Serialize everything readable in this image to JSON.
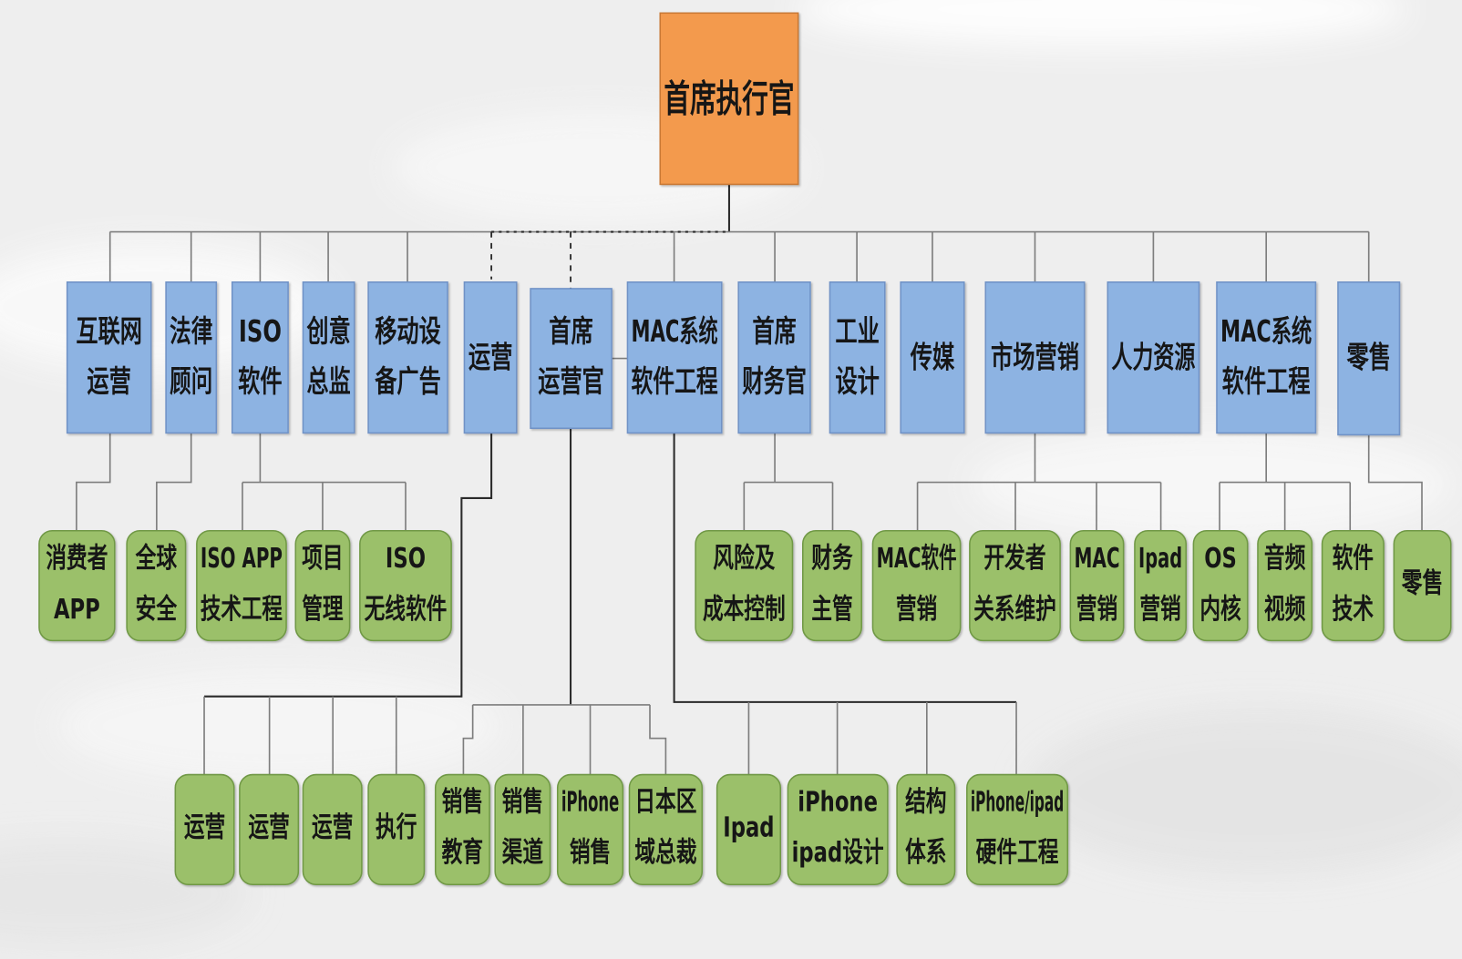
{
  "colors": {
    "executive": "#F39A4D",
    "department": "#8DB3E2",
    "team": "#9BC06A"
  },
  "ceo": {
    "lines": [
      "首席执行官"
    ]
  },
  "departments": [
    {
      "lines": [
        "互联网",
        "运营"
      ]
    },
    {
      "lines": [
        "法律",
        "顾问"
      ]
    },
    {
      "lines": [
        "ISO",
        "软件"
      ]
    },
    {
      "lines": [
        "创意",
        "总监"
      ]
    },
    {
      "lines": [
        "移动设",
        "备广告"
      ]
    },
    {
      "lines": [
        "运营"
      ]
    },
    {
      "lines": [
        "首席",
        "运营官"
      ]
    },
    {
      "lines": [
        "MAC系统",
        "软件工程"
      ]
    },
    {
      "lines": [
        "首席",
        "财务官"
      ]
    },
    {
      "lines": [
        "工业",
        "设计"
      ]
    },
    {
      "lines": [
        "传媒"
      ]
    },
    {
      "lines": [
        "市场营销"
      ]
    },
    {
      "lines": [
        "人力资源"
      ]
    },
    {
      "lines": [
        "MAC系统",
        "软件工程"
      ]
    },
    {
      "lines": [
        "零售"
      ]
    }
  ],
  "teams": [
    {
      "lines": [
        "消费者",
        "APP"
      ]
    },
    {
      "lines": [
        "全球",
        "安全"
      ]
    },
    {
      "lines": [
        "ISO APP",
        "技术工程"
      ]
    },
    {
      "lines": [
        "项目",
        "管理"
      ]
    },
    {
      "lines": [
        "ISO",
        "无线软件"
      ]
    },
    {
      "lines": [
        "风险及",
        "成本控制"
      ]
    },
    {
      "lines": [
        "财务",
        "主管"
      ]
    },
    {
      "lines": [
        "MAC软件",
        "营销"
      ]
    },
    {
      "lines": [
        "开发者",
        "关系维护"
      ]
    },
    {
      "lines": [
        "MAC",
        "营销"
      ]
    },
    {
      "lines": [
        "Ipad",
        "营销"
      ]
    },
    {
      "lines": [
        "OS",
        "内核"
      ]
    },
    {
      "lines": [
        "音频",
        "视频"
      ]
    },
    {
      "lines": [
        "软件",
        "技术"
      ]
    },
    {
      "lines": [
        "零售"
      ]
    }
  ],
  "sub_teams": [
    {
      "lines": [
        "运营"
      ]
    },
    {
      "lines": [
        "运营"
      ]
    },
    {
      "lines": [
        "运营"
      ]
    },
    {
      "lines": [
        "执行"
      ]
    },
    {
      "lines": [
        "销售",
        "教育"
      ]
    },
    {
      "lines": [
        "销售",
        "渠道"
      ]
    },
    {
      "lines": [
        "iPhone",
        "销售"
      ]
    },
    {
      "lines": [
        "日本区",
        "域总裁"
      ]
    },
    {
      "lines": [
        "Ipad"
      ]
    },
    {
      "lines": [
        "iPhone",
        "ipad设计"
      ]
    },
    {
      "lines": [
        "结构",
        "体系"
      ]
    },
    {
      "lines": [
        "iPhone/ipad",
        "硬件工程"
      ]
    }
  ]
}
